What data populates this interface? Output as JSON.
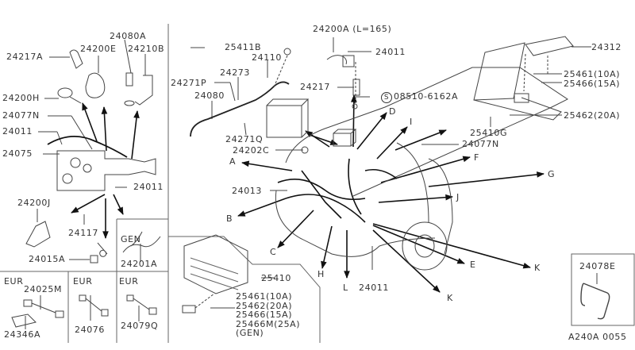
{
  "diagram": {
    "title": "Wiring harness parts diagram",
    "reference_code": "A240A 0055",
    "part_labels": {
      "p24217A": "24217A",
      "p24200E": "24200E",
      "p24080A": "24080A",
      "p24210B": "24210B",
      "p24200H": "24200H",
      "p24077N_left": "24077N",
      "p24011_left": "24011",
      "p24075": "24075",
      "p24011_engine": "24011",
      "p24200J": "24200J",
      "p24117": "24117",
      "p24015A": "24015A",
      "p24201A": "24201A",
      "p24025M": "24025M",
      "p24346A": "24346A",
      "p24076": "24076",
      "p24079Q": "24079Q",
      "p25411B": "25411B",
      "p24110": "24110",
      "p24273": "24273",
      "p24271P": "24271P",
      "p24080": "24080",
      "p24271Q": "24271Q",
      "p24202C": "24202C",
      "p24013": "24013",
      "p24200A": "24200A (L=165)",
      "p24011_top": "24011",
      "p24217": "24217",
      "p08510": "08510-6162A",
      "p08510_symbol": "S",
      "p24312": "24312",
      "p25461_10A": "25461(10A)",
      "p25466_15A": "25466(15A)",
      "p25462_20A": "25462(20A)",
      "p25410G": "25410G",
      "p24077N_right": "24077N",
      "p25410": "25410",
      "fuse_list": [
        "25461(10A)",
        "25462(20A)",
        "25466(15A)",
        "25466M(25A)",
        "(GEN)"
      ],
      "p24011_bottom": "24011",
      "p24078E": "24078E"
    },
    "panel_tags": {
      "gen": "GEN",
      "eur1": "EUR",
      "eur2": "EUR",
      "eur3": "EUR"
    },
    "callout_letters": {
      "A": "A",
      "B": "B",
      "C": "C",
      "D": "D",
      "E": "E",
      "F": "F",
      "G": "G",
      "H": "H",
      "I": "I",
      "J": "J",
      "K1": "K",
      "K2": "K",
      "L": "L"
    }
  }
}
